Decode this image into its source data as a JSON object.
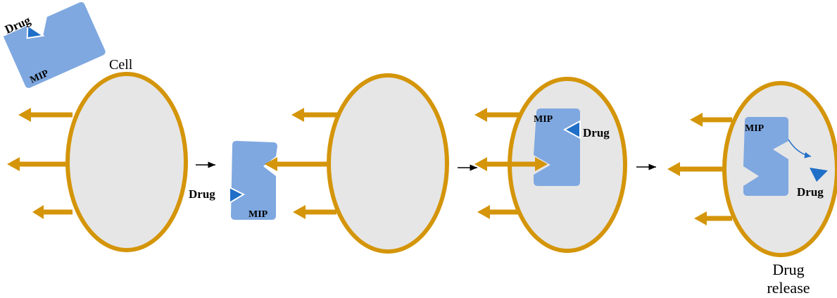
{
  "colors": {
    "membrane": "#D4950A",
    "cytoplasm": "#E6E6E6",
    "mip": "#7FA8E0",
    "drug": "#1F6FC8",
    "arrow": "#000000",
    "text": "#000000"
  },
  "labels": {
    "cell": "Cell",
    "mip": "MIP",
    "drug": "Drug",
    "drug_release_line1": "Drug",
    "drug_release_line2": "release"
  },
  "stages": [
    {
      "id": "stage-1-approach"
    },
    {
      "id": "stage-2-binding"
    },
    {
      "id": "stage-3-internalized"
    },
    {
      "id": "stage-4-release"
    }
  ]
}
